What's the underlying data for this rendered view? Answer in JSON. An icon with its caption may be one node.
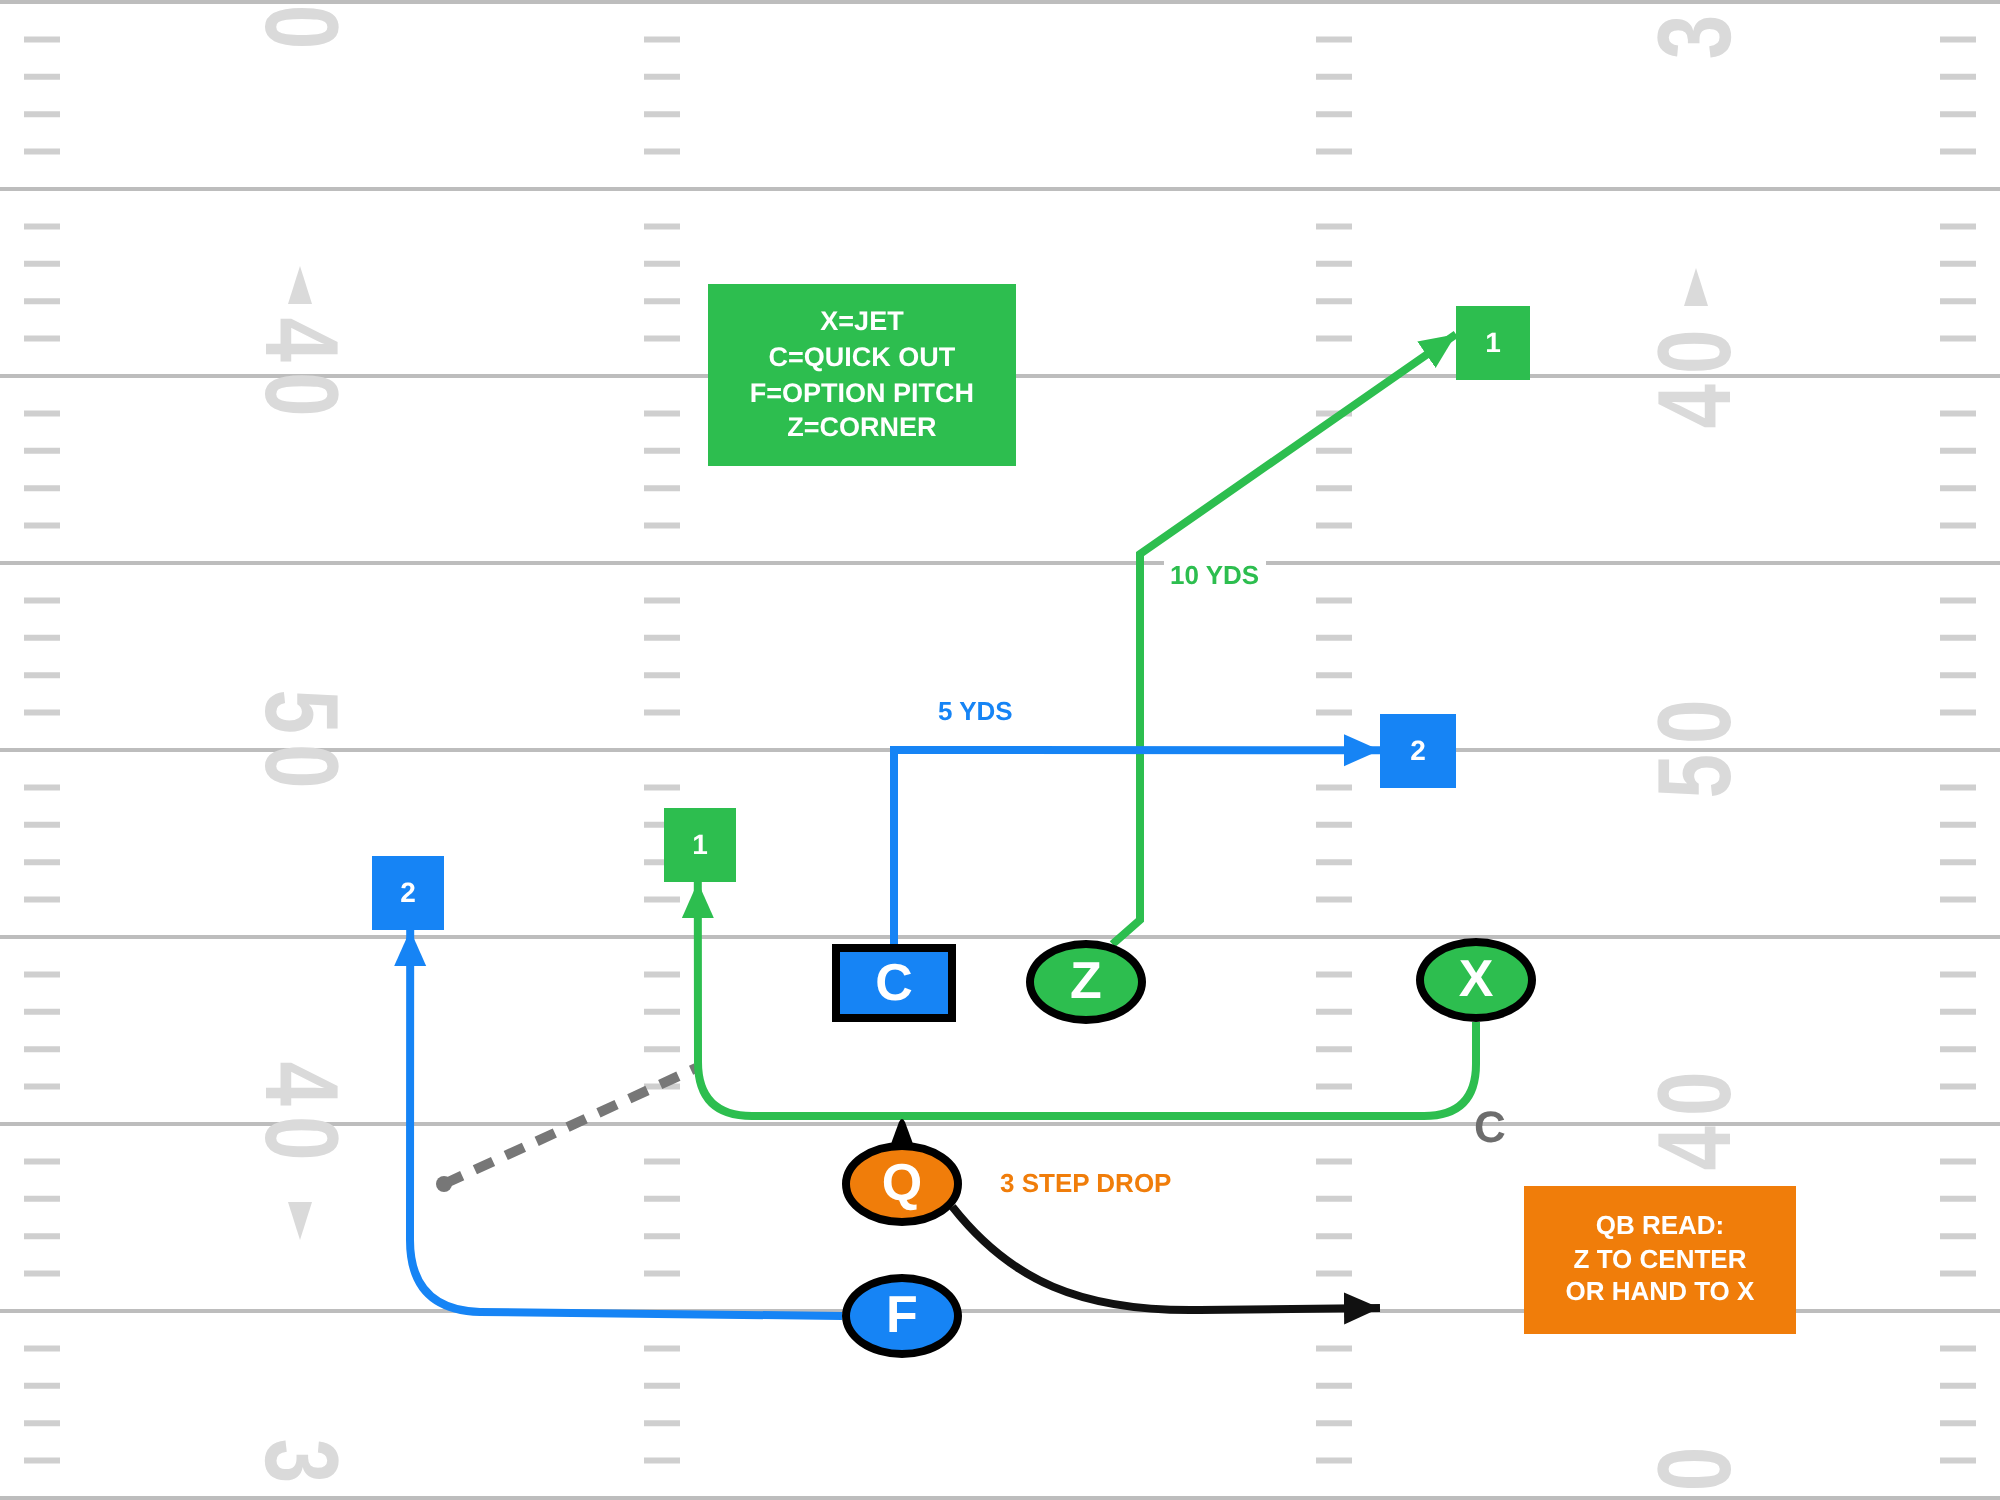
{
  "diagram": {
    "nodes": [
      {
        "text": [
          "X=JET",
          "C=QUICK OUT",
          "F=OPTION PITCH",
          "Z=CORNER"
        ]
      },
      {
        "text": [
          "1"
        ]
      },
      {
        "text": [
          "2"
        ]
      },
      {
        "text": [
          "1"
        ]
      },
      {
        "text": [
          "2"
        ]
      },
      {
        "text": [
          "C"
        ]
      },
      {
        "text": [
          "Z"
        ]
      },
      {
        "text": [
          "X"
        ]
      },
      {
        "text": [
          "Q"
        ],
        "beside": [
          "3 STEP DROP"
        ]
      },
      {
        "text": [
          "QB READ:",
          "Z TO CENTER OR HAND TO X"
        ]
      },
      {
        "text": [
          "F"
        ]
      }
    ],
    "edges": [
      {
        "from": 6,
        "to": 1,
        "arrow": "to",
        "label": "10 YDS",
        "color": "#2dbe4f"
      },
      {
        "from": 5,
        "to": 2,
        "arrow": "to",
        "label": "5 YDS",
        "color": "#1684f5"
      },
      {
        "from": 7,
        "to": 3,
        "arrow": "to",
        "color": "#2dbe4f"
      },
      {
        "from": 10,
        "to": 4,
        "arrow": "to",
        "color": "#1684f5"
      },
      {
        "from": 8,
        "to": null,
        "arrow": "to",
        "color": "#111111"
      }
    ],
    "labels": [
      "0",
      "3",
      "40",
      "40",
      "50",
      "50",
      "40",
      "C",
      "40",
      "3",
      "0"
    ]
  }
}
